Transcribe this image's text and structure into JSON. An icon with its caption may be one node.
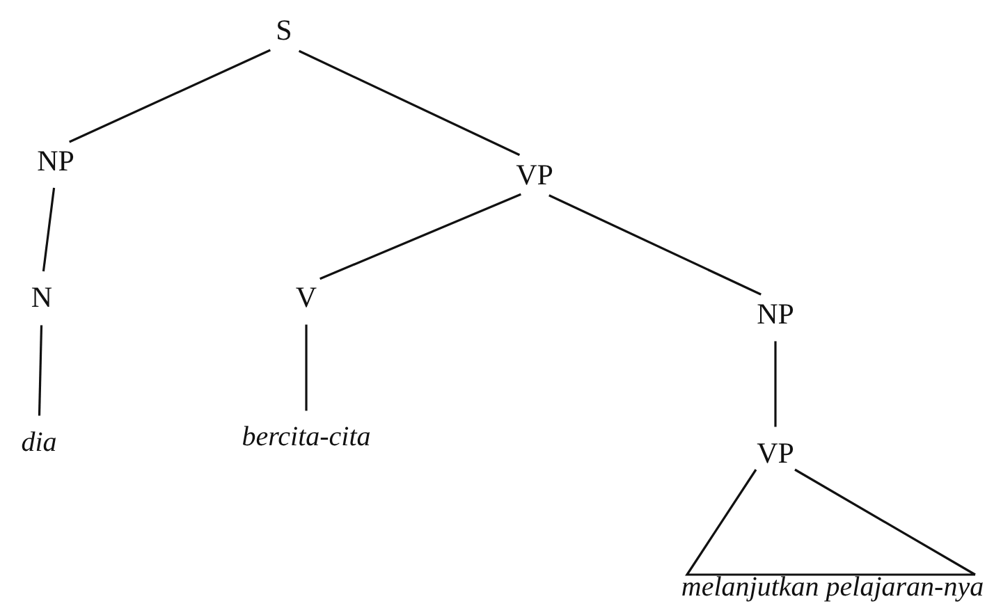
{
  "diagram": {
    "nodes": [
      {
        "text": [
          "S"
        ]
      },
      {
        "text": [
          "NP"
        ]
      },
      {
        "text": [
          "VP"
        ]
      },
      {
        "text": [
          "N"
        ]
      },
      {
        "text": [
          "V"
        ]
      },
      {
        "text": [
          "NP"
        ]
      },
      {
        "text": [
          "dia"
        ]
      },
      {
        "text": [
          "bercita-cita"
        ]
      },
      {
        "text": [
          "VP"
        ]
      },
      {
        "text": [
          "melanjutkan pelajaran-nya"
        ]
      }
    ],
    "edges": [
      {
        "from": 0,
        "to": 1,
        "arrow": "none"
      },
      {
        "from": 0,
        "to": 2,
        "arrow": "none"
      },
      {
        "from": 1,
        "to": 3,
        "arrow": "none"
      },
      {
        "from": 2,
        "to": 4,
        "arrow": "none"
      },
      {
        "from": 2,
        "to": 5,
        "arrow": "none"
      },
      {
        "from": 3,
        "to": 6,
        "arrow": "none"
      },
      {
        "from": 4,
        "to": 7,
        "arrow": "none"
      },
      {
        "from": 5,
        "to": 8,
        "arrow": "none"
      },
      {
        "from": 8,
        "to": 9,
        "arrow": "none"
      }
    ]
  }
}
